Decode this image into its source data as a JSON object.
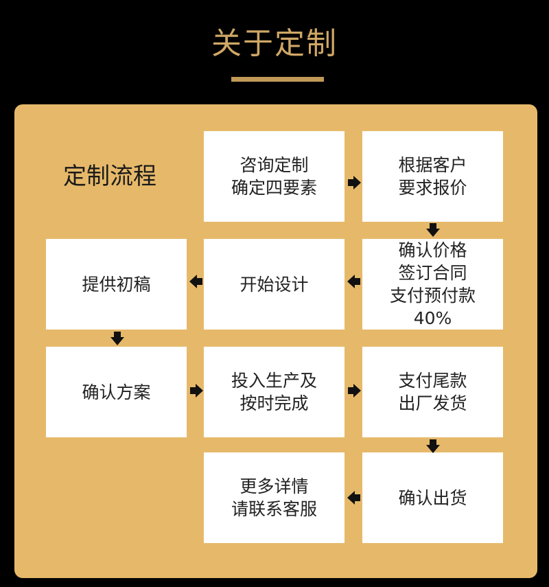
{
  "page_title": "关于定制",
  "section_label": "定制流程",
  "colors": {
    "background": "#000000",
    "title_gold": "#cfa765",
    "panel_gold": "#e6b96a",
    "box": "#ffffff",
    "arrow": "#111111"
  },
  "steps": [
    {
      "id": "consult",
      "text": "咨询定制\n确定四要素"
    },
    {
      "id": "quote",
      "text": "根据客户\n要求报价"
    },
    {
      "id": "confirm-price",
      "text": "确认价格\n签订合同\n支付预付款\n40%"
    },
    {
      "id": "start-design",
      "text": "开始设计"
    },
    {
      "id": "draft",
      "text": "提供初稿"
    },
    {
      "id": "confirm-plan",
      "text": "确认方案"
    },
    {
      "id": "production",
      "text": "投入生产及\n按时完成"
    },
    {
      "id": "final-payment",
      "text": "支付尾款\n出厂发货"
    },
    {
      "id": "confirm-receipt",
      "text": "确认出货"
    },
    {
      "id": "more-info",
      "text": "更多详情\n请联系客服"
    }
  ],
  "arrows": [
    {
      "from": "consult",
      "to": "quote",
      "direction": "right"
    },
    {
      "from": "quote",
      "to": "confirm-price",
      "direction": "down"
    },
    {
      "from": "confirm-price",
      "to": "start-design",
      "direction": "left"
    },
    {
      "from": "start-design",
      "to": "draft",
      "direction": "left"
    },
    {
      "from": "draft",
      "to": "confirm-plan",
      "direction": "down"
    },
    {
      "from": "confirm-plan",
      "to": "production",
      "direction": "right"
    },
    {
      "from": "production",
      "to": "final-payment",
      "direction": "right"
    },
    {
      "from": "final-payment",
      "to": "confirm-receipt",
      "direction": "down"
    },
    {
      "from": "confirm-receipt",
      "to": "more-info",
      "direction": "left"
    }
  ]
}
